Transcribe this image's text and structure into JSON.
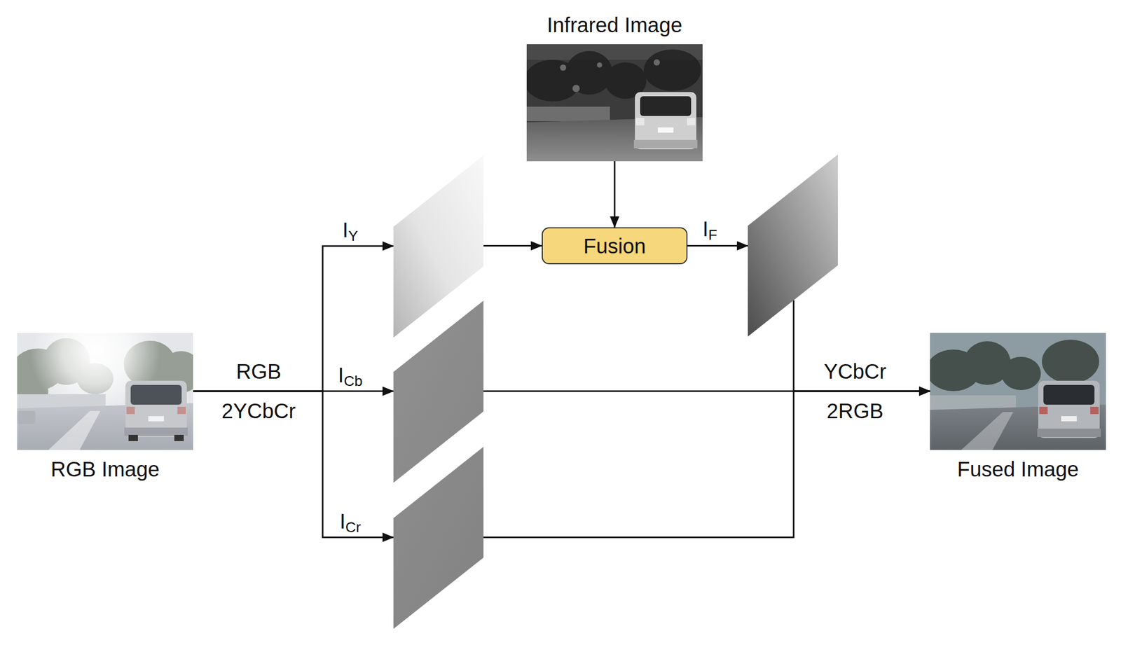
{
  "diagram": {
    "nodes": [
      {
        "text": [
          "RGB Image"
        ]
      },
      {
        "text": [
          "Infrared Image"
        ]
      },
      {
        "text": [
          "IY"
        ]
      },
      {
        "text": [
          "ICb"
        ]
      },
      {
        "text": [
          "ICr"
        ]
      },
      {
        "text": [
          "Fusion"
        ]
      },
      {
        "text": [
          "IF"
        ]
      },
      {
        "text": [
          "Fused Image"
        ]
      }
    ],
    "edges": [
      {
        "from": 0,
        "to": 2,
        "arrow": "to"
      },
      {
        "from": 0,
        "to": 3,
        "arrow": "to"
      },
      {
        "from": 0,
        "to": 4,
        "arrow": "to"
      },
      {
        "from": 1,
        "to": 5,
        "arrow": "to"
      },
      {
        "from": 2,
        "to": 5,
        "arrow": "to"
      },
      {
        "from": 5,
        "to": 6,
        "arrow": "to"
      },
      {
        "from": 6,
        "to": 7,
        "arrow": "to"
      },
      {
        "from": 3,
        "to": 7,
        "arrow": "to"
      },
      {
        "from": 4,
        "to": 7,
        "arrow": "to"
      }
    ],
    "labels": [
      "RGB 2YCbCr",
      "YCbCr 2RGB"
    ]
  }
}
